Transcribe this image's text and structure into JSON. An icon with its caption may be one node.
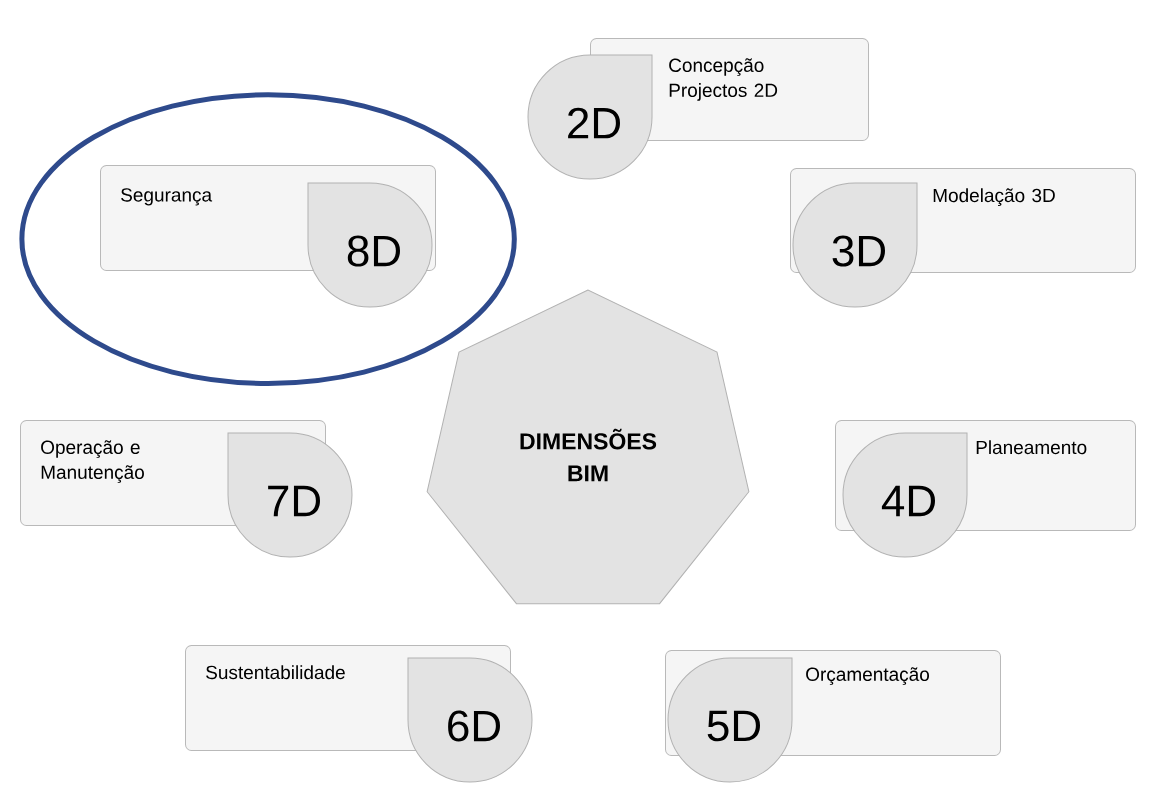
{
  "diagram": {
    "nodes": [
      {
        "text": [
          "DIMENSÕES BIM"
        ]
      },
      {
        "text": [
          "Concepção Projectos 2D"
        ]
      },
      {
        "text": [
          "2D"
        ]
      },
      {
        "text": [
          "Modelação 3D"
        ]
      },
      {
        "text": [
          "3D"
        ]
      },
      {
        "text": [
          "Planeamento"
        ]
      },
      {
        "text": [
          "4D"
        ]
      },
      {
        "text": [
          "Orçamentação"
        ]
      },
      {
        "text": [
          "5D"
        ]
      },
      {
        "text": [
          "Sustentabilidade"
        ]
      },
      {
        "text": [
          "6D"
        ]
      },
      {
        "text": [
          "Operação e Manutenção"
        ]
      },
      {
        "text": [
          "7D"
        ]
      },
      {
        "text": [],
        "shape": "ellipse"
      },
      {
        "text": [
          "Segurança"
        ],
        "in": 13
      },
      {
        "text": [
          "8D"
        ],
        "in": 13
      }
    ]
  }
}
